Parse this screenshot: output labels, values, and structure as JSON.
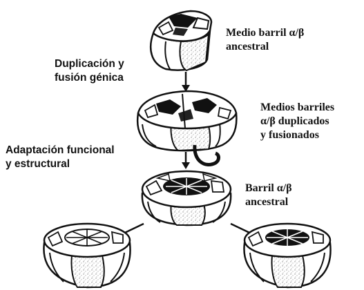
{
  "labels": {
    "half_barrel": {
      "line1": "Medio barril α/β",
      "line2": "ancestral"
    },
    "duplication": {
      "line1": "Duplicación y",
      "line2": "fusión génica"
    },
    "duplicated": {
      "line1": "Medios barriles",
      "line2": "α/β duplicados",
      "line3": "y fusionados"
    },
    "adaptation": {
      "line1": "Adaptación funcional",
      "line2": "y estructural"
    },
    "ancestral_barrel": {
      "line1": "Barril α/β",
      "line2": "ancestral"
    }
  },
  "colors": {
    "ink": "#111111",
    "stipple": "#9a9a9a",
    "face": "#ffffff"
  }
}
